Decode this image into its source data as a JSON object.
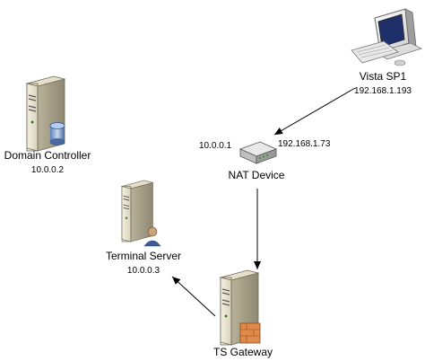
{
  "nodes": {
    "vista": {
      "label": "Vista SP1",
      "ip": "192.168.1.193",
      "icon": "computer-icon"
    },
    "domain_controller": {
      "label": "Domain Controller",
      "ip": "10.0.0.2",
      "icon": "database-server-icon"
    },
    "nat": {
      "label": "NAT Device",
      "ip_internal": "10.0.0.1",
      "ip_external": "192.168.1.73",
      "icon": "router-icon"
    },
    "terminal_server": {
      "label": "Terminal Server",
      "ip": "10.0.0.3",
      "icon": "user-server-icon"
    },
    "ts_gateway": {
      "label": "TS Gateway",
      "icon": "firewall-server-icon"
    }
  },
  "connections": [
    {
      "from": "Vista SP1",
      "to": "NAT Device"
    },
    {
      "from": "NAT Device",
      "to": "TS Gateway"
    },
    {
      "from": "TS Gateway",
      "to": "Terminal Server"
    }
  ]
}
